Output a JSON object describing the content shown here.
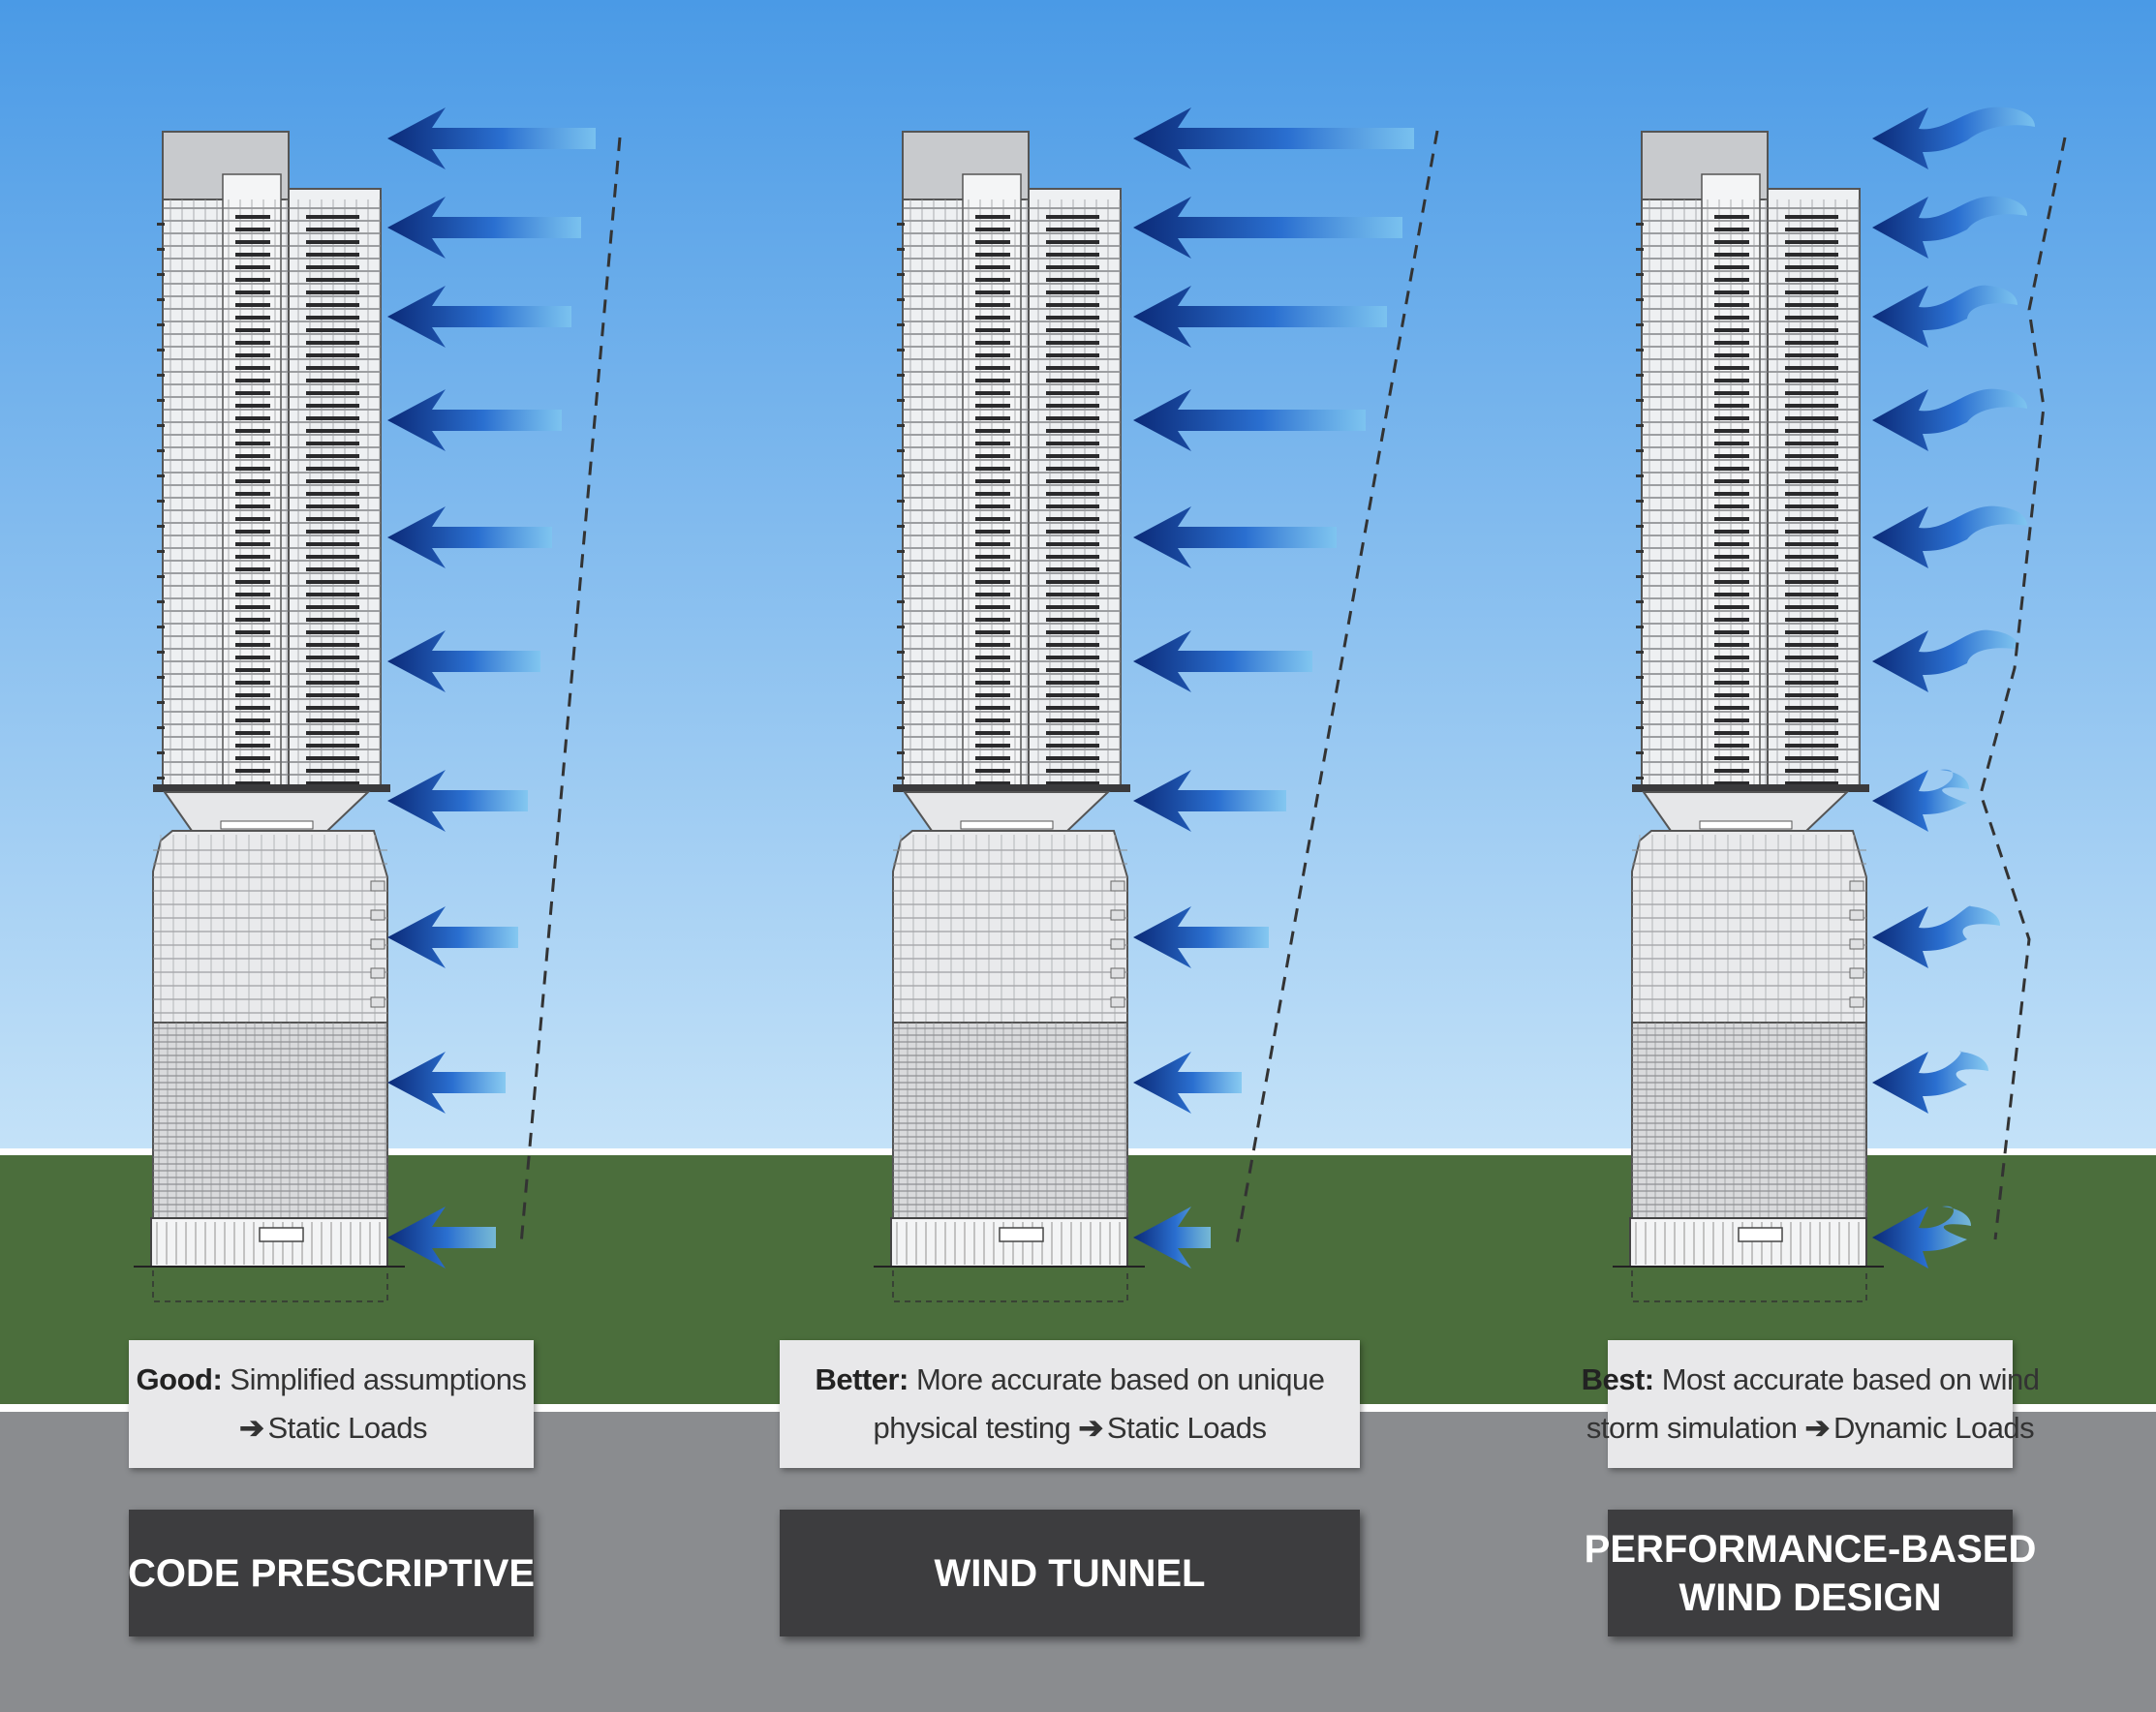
{
  "colors": {
    "sky_top": "#4a9ae6",
    "sky_bottom": "#c4e2f8",
    "grass": "#4b6e3c",
    "road": "#8a8c8f",
    "arrow_dark": "#0b2a78",
    "arrow_light": "#7ec6f0",
    "title_bg": "#3d3d3f",
    "desc_bg": "#e8e8ea"
  },
  "panels": [
    {
      "id": "code-prescriptive",
      "wind_style": "straight",
      "rating": "Good:",
      "desc_line1_rest": " Simplified assumptions",
      "desc_line2_before": "",
      "desc_line2_after": "Static Loads",
      "arrow_glyph": "➔",
      "title_line1": "CODE PRESCRIPTIVE",
      "title_line2": ""
    },
    {
      "id": "wind-tunnel",
      "wind_style": "straight",
      "rating": "Better:",
      "desc_line1_rest": " More accurate based on unique",
      "desc_line2_before": "physical testing",
      "desc_line2_after": "Static Loads",
      "arrow_glyph": "➔",
      "title_line1": "WIND TUNNEL",
      "title_line2": ""
    },
    {
      "id": "performance-based",
      "wind_style": "wavy",
      "rating": "Best:",
      "desc_line1_rest": " Most accurate based on wind",
      "desc_line2_before": "storm simulation",
      "desc_line2_after": "Dynamic Loads",
      "arrow_glyph": "➔",
      "title_line1": "PERFORMANCE-BASED",
      "title_line2": "WIND DESIGN"
    }
  ]
}
